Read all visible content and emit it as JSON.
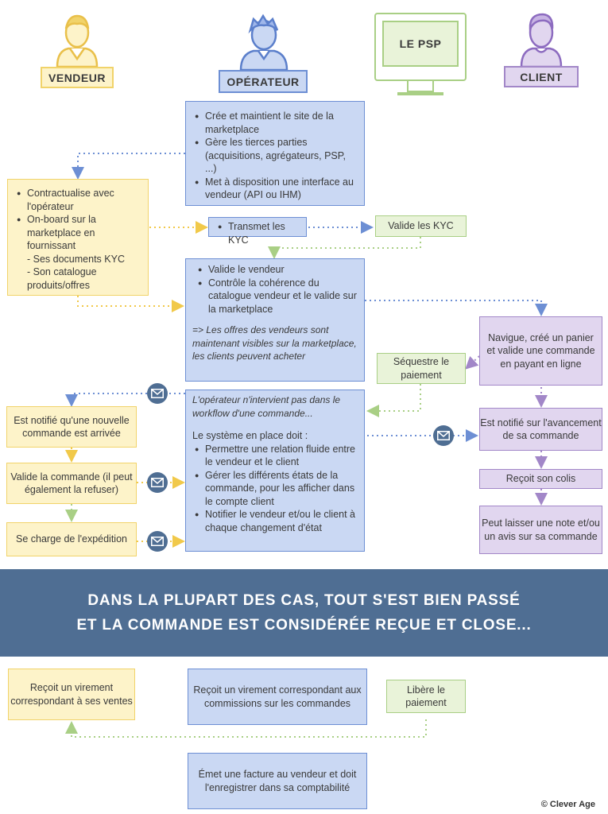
{
  "actors": {
    "vendeur": "VENDEUR",
    "operateur": "OPÉRATEUR",
    "psp": "LE PSP",
    "client": "CLIENT"
  },
  "op_box1": [
    "Crée et maintient le site de la marketplace",
    "Gère les tierces parties (acquisitions, agrégateurs, PSP, ...)",
    "Met à disposition une interface au vendeur (API ou IHM)"
  ],
  "vendeur_box1": {
    "items": [
      "Contractualise avec l'opérateur",
      "On-board sur la marketplace en fournissant"
    ],
    "subitems": [
      "- Ses documents KYC",
      "- Son catalogue produits/offres"
    ]
  },
  "transmet_kyc": "Transmet les KYC",
  "valide_kyc": "Valide les KYC",
  "op_box2": {
    "items": [
      "Valide le vendeur",
      "Contrôle la cohérence du catalogue vendeur et le valide sur la marketplace"
    ],
    "note": "=> Les offres des vendeurs sont maintenant visibles sur la marketplace, les clients peuvent acheter"
  },
  "client_navigue": "Navigue, créé un panier et valide une commande en payant en ligne",
  "sequestre": "Séquestre le paiement",
  "op_box3": {
    "intro": "L'opérateur n'intervient pas dans le workflow d'une commande...",
    "systeme": "Le système en place doit :",
    "items": [
      "Permettre une relation fluide entre le vendeur et le client",
      "Gérer les différents états de la commande, pour les afficher dans le compte client",
      "Notifier le vendeur et/ou le client à chaque changement d'état"
    ]
  },
  "vendeur_notifie": "Est notifié qu'une nouvelle commande est arrivée",
  "vendeur_valide": "Valide la commande (il peut également la refuser)",
  "vendeur_expedition": "Se charge de l'expédition",
  "client_notifie": "Est notifié sur l'avancement de sa commande",
  "client_colis": "Reçoit son colis",
  "client_note": "Peut laisser une note et/ou un avis sur sa commande",
  "banner": {
    "line1": "DANS LA PLUPART DES CAS, TOUT S'EST BIEN PASSÉ",
    "line2": "ET LA COMMANDE EST CONSIDÉRÉE REÇUE ET CLOSE..."
  },
  "vendeur_virement": "Reçoit un virement correspondant à ses ventes",
  "op_virement": "Reçoit un virement correspondant aux commissions sur les commandes",
  "libere": "Libère le paiement",
  "op_facture": "Émet une facture au vendeur et doit l'enregistrer dans sa comptabilité",
  "copyright": "© Clever Age",
  "colors": {
    "yellow": "#f1d36a",
    "blue": "#6d8fd4",
    "green": "#a9cf85",
    "purple": "#a287c8",
    "banner": "#4f6e93"
  }
}
